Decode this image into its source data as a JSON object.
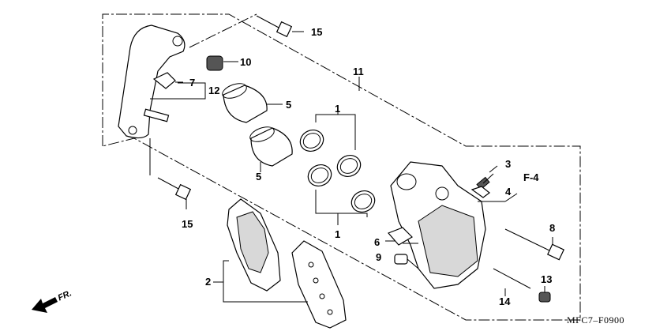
{
  "diagram_code": "MFC7‒F0900",
  "direction_label": "FR.",
  "reference_label": "F-4",
  "callouts": {
    "c1a": "1",
    "c1b": "1",
    "c2": "2",
    "c3": "3",
    "c4": "4",
    "c5a": "5",
    "c5b": "5",
    "c6": "6",
    "c7": "7",
    "c8": "8",
    "c9": "9",
    "c10": "10",
    "c11": "11",
    "c12": "12",
    "c13": "13",
    "c14": "14",
    "c15a": "15",
    "c15b": "15"
  },
  "icons": {
    "direction_arrow": "arrow-down-left-icon"
  }
}
